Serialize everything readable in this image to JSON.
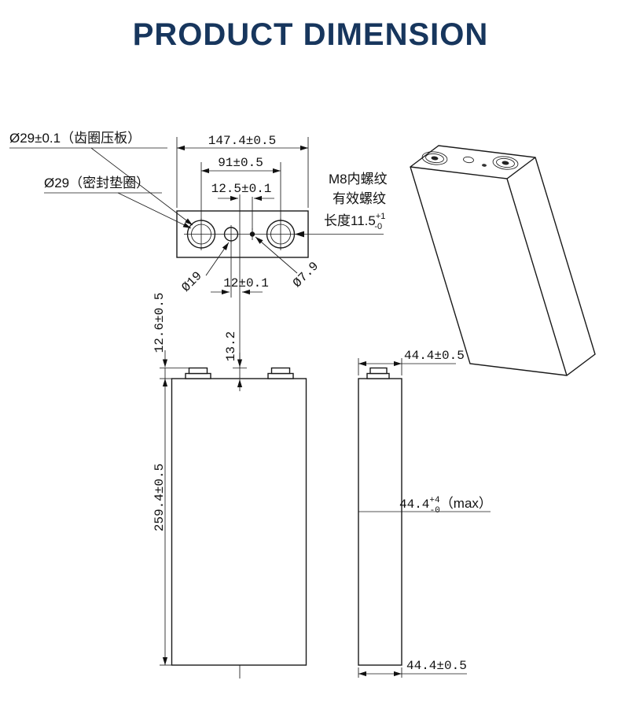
{
  "title": "PRODUCT DIMENSION",
  "colors": {
    "title": "#17365d",
    "line": "#1a1a1a"
  },
  "top_view": {
    "dim_overall_width": "147.4±0.5",
    "dim_terminal_pitch": "91±0.5",
    "dim_vent_offset": "12.5±0.1",
    "label_gear_ring_plate": "Ø29±0.1（齿圈压板）",
    "label_seal_gasket": "Ø29（密封垫圈）",
    "label_phi19": "Ø19",
    "dim_12": "12±0.1",
    "label_phi7_9": "Ø7.9"
  },
  "thread_note": {
    "line1": "M8内螺纹",
    "line2": "有效螺纹",
    "line3": "长度11.5",
    "tol_plus": "+1",
    "tol_minus": "-0"
  },
  "front_view": {
    "dim_terminal_height": "12.6±0.5",
    "dim_13_2": "13.2",
    "dim_body_height": "259.4±0.5"
  },
  "side_view": {
    "dim_top_width": "44.4±0.5",
    "dim_max_width": "44.4",
    "tol_plus": "+4",
    "tol_minus": "-0",
    "max_suffix": "（max）",
    "dim_bottom_width": "44.4±0.5"
  }
}
